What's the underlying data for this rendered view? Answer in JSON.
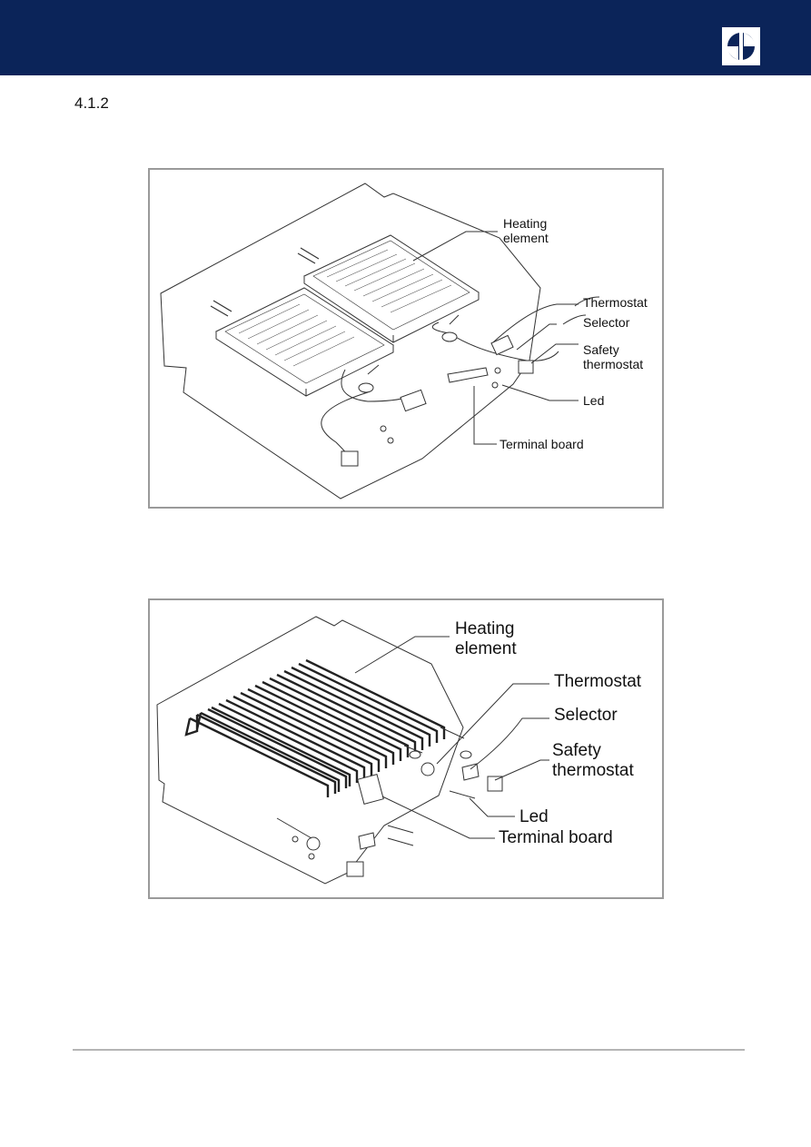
{
  "header": {
    "brand_color": "#0b2459",
    "logo_icon": "electrolux-logo-icon"
  },
  "section": {
    "number": "4.1.2"
  },
  "figure_top": {
    "labels": {
      "heating": "Heating\nelement",
      "thermostat": "Thermostat",
      "selector": "Selector",
      "safety": "Safety\nthermostat",
      "led": "Led",
      "terminal": "Terminal board"
    }
  },
  "figure_bottom": {
    "labels": {
      "heating": "Heating\nelement",
      "thermostat": "Thermostat",
      "selector": "Selector",
      "safety": "Safety\nthermostat",
      "led": "Led",
      "terminal": "Terminal board"
    }
  }
}
